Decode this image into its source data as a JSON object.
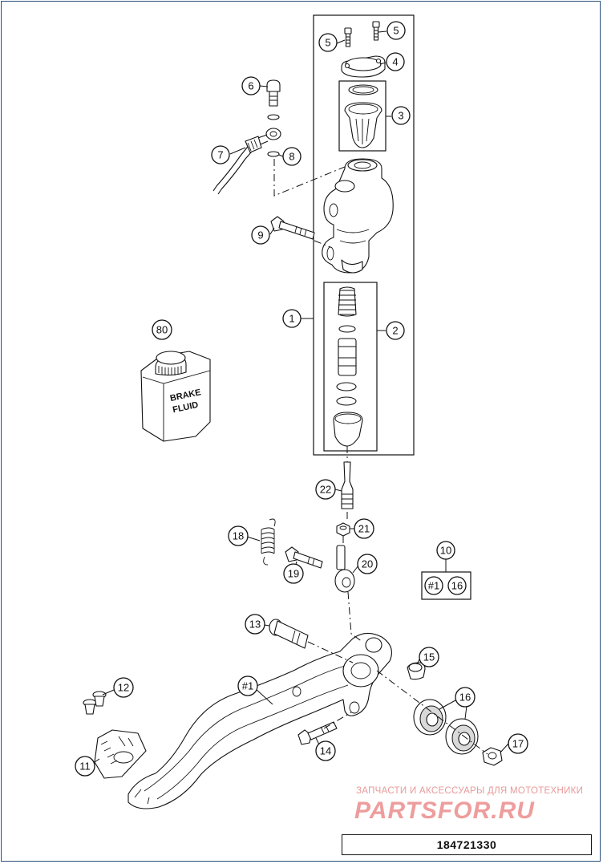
{
  "drawing": {
    "callouts": {
      "c1": "1",
      "c2": "2",
      "c3": "3",
      "c4": "4",
      "c5a": "5",
      "c5b": "5",
      "c6": "6",
      "c7": "7",
      "c8": "8",
      "c9": "9",
      "c80": "80",
      "c22": "22",
      "c21": "21",
      "c18": "18",
      "c19": "19",
      "c20": "20",
      "c10": "10",
      "c10a": "#1",
      "c10b": "16",
      "c13": "13",
      "c15": "15",
      "c16": "16",
      "c17": "17",
      "c12": "12",
      "c11": "11",
      "c14": "14",
      "cP1": "#1"
    },
    "bottle_label_line1": "BRAKE",
    "bottle_label_line2": "FLUID"
  },
  "watermark": {
    "subtitle": "ЗАПЧАСТИ И АКСЕССУАРЫ ДЛЯ МОТОТЕХНИКИ",
    "logo": "PARTSFOR.RU"
  },
  "footer": {
    "doc_number": "184721330"
  },
  "colors": {
    "ink": "#111111",
    "frame": "#2a4f7a",
    "watermark": "#ee9d9d"
  }
}
